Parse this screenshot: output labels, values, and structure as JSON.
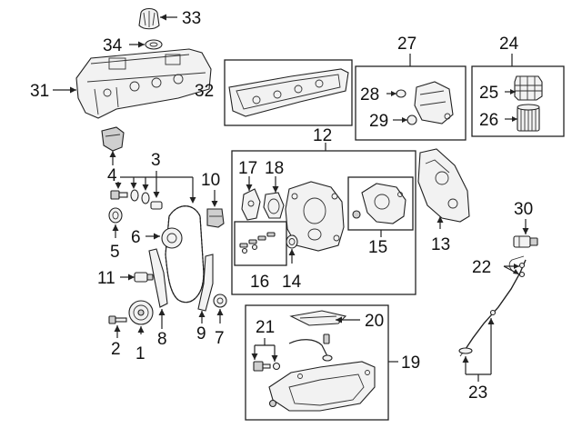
{
  "callouts": {
    "c1": "1",
    "c2": "2",
    "c3": "3",
    "c4": "4",
    "c5": "5",
    "c6": "6",
    "c7": "7",
    "c8": "8",
    "c9": "9",
    "c10": "10",
    "c11": "11",
    "c12": "12",
    "c13": "13",
    "c14": "14",
    "c15": "15",
    "c16": "16",
    "c17": "17",
    "c18": "18",
    "c19": "19",
    "c20": "20",
    "c21": "21",
    "c22": "22",
    "c23": "23",
    "c24": "24",
    "c25": "25",
    "c26": "26",
    "c27": "27",
    "c28": "28",
    "c29": "29",
    "c30": "30",
    "c31": "31",
    "c32": "32",
    "c33": "33",
    "c34": "34"
  },
  "colors": {
    "line": "#222222",
    "background": "#ffffff"
  }
}
